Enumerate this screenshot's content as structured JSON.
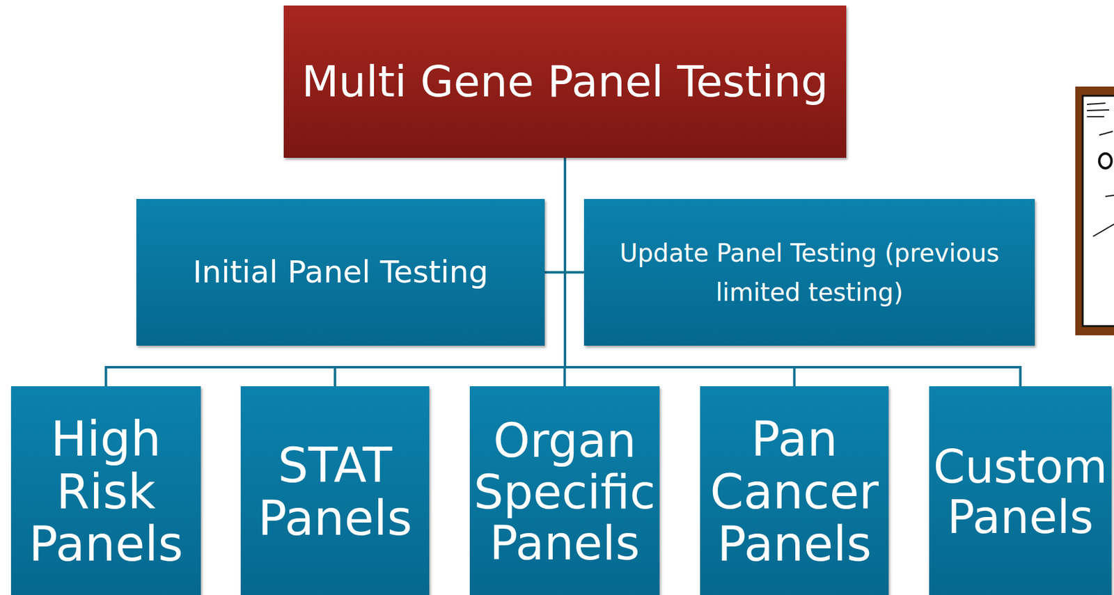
{
  "diagram": {
    "nodes": [
      {
        "text": [
          "Multi Gene Panel Testing"
        ]
      },
      {
        "text": [
          "Initial Panel Testing"
        ]
      },
      {
        "text": [
          "Update Panel Testing (previous limited testing)"
        ]
      },
      {
        "text": [
          "High Risk Panels"
        ]
      },
      {
        "text": [
          "STAT Panels"
        ]
      },
      {
        "text": [
          "Organ Specific Panels"
        ]
      },
      {
        "text": [
          "Pan Cancer Panels"
        ]
      },
      {
        "text": [
          "Custom Panels"
        ]
      }
    ],
    "edges": [
      {
        "from": 0,
        "to": 1,
        "arrow": "none"
      },
      {
        "from": 0,
        "to": 2,
        "arrow": "none"
      },
      {
        "from": 0,
        "to": 3,
        "arrow": "none"
      },
      {
        "from": 0,
        "to": 4,
        "arrow": "none"
      },
      {
        "from": 0,
        "to": 5,
        "arrow": "none"
      },
      {
        "from": 0,
        "to": 6,
        "arrow": "none"
      },
      {
        "from": 0,
        "to": 7,
        "arrow": "none"
      }
    ]
  }
}
